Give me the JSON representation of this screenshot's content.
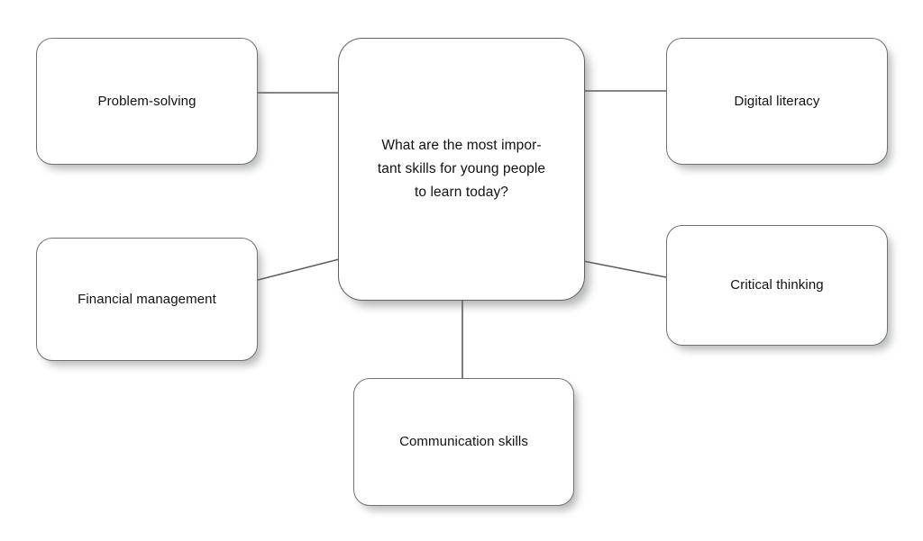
{
  "diagram": {
    "type": "mind-map",
    "background_color": "#ffffff",
    "node_fill_color": "#ffffff",
    "node_border_color": "#6e7275",
    "connector_color": "#5a5e61",
    "text_color": "#111111",
    "central_node": {
      "id": "central-question",
      "label": "What are the most impor-\ntant skills for young people\nto learn today?",
      "plain_text": "What are the most important skills for young people to learn today?"
    },
    "branches": [
      {
        "id": "problem-solving",
        "label": "Problem-solving",
        "position": "top-left"
      },
      {
        "id": "financial",
        "label": "Financial management",
        "position": "bottom-left"
      },
      {
        "id": "digital-literacy",
        "label": "Digital literacy",
        "position": "top-right"
      },
      {
        "id": "critical-thinking",
        "label": "Critical thinking",
        "position": "bottom-right"
      },
      {
        "id": "communication",
        "label": "Communication skills",
        "position": "bottom-center"
      }
    ],
    "connectors": [
      {
        "id": "connector-problem-solving",
        "from": "problem-solving",
        "to": "central-question",
        "style": "straight-horizontal"
      },
      {
        "id": "connector-financial",
        "from": "financial",
        "to": "central-question",
        "style": "straight-diagonal"
      },
      {
        "id": "connector-digital-literacy",
        "from": "central-question",
        "to": "digital-literacy",
        "style": "straight-horizontal"
      },
      {
        "id": "connector-critical-thinking",
        "from": "central-question",
        "to": "critical-thinking",
        "style": "straight-diagonal"
      },
      {
        "id": "connector-communication",
        "from": "central-question",
        "to": "communication",
        "style": "straight-vertical"
      }
    ]
  }
}
